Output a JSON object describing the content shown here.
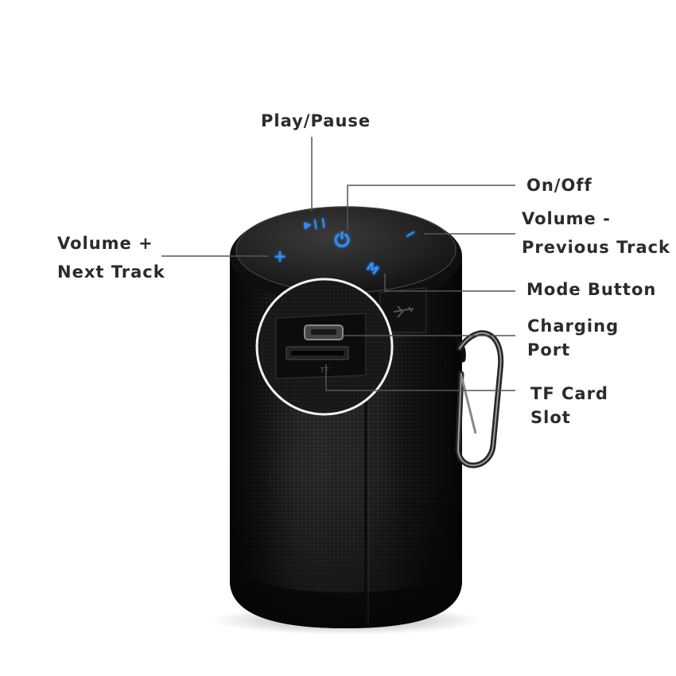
{
  "diagram": {
    "labels": {
      "play_pause": "Play/Pause",
      "on_off": "On/Off",
      "volume_minus_line1": "Volume -",
      "volume_minus_line2": "Previous Track",
      "volume_plus_line1": "Volume +",
      "volume_plus_line2": "Next Track",
      "mode_button": "Mode Button",
      "charging_port_line1": "Charging",
      "charging_port_line2": "Port",
      "tf_card_line1": "TF Card",
      "tf_card_line2": "Slot"
    },
    "button_glyphs": {
      "play_pause": "▶❙❙",
      "power": "⏻",
      "volume_minus": "−",
      "volume_plus": "+",
      "mode": "M"
    },
    "port_markings": {
      "tf": "TF"
    },
    "colors": {
      "button_glow": "#2f8fff",
      "leader_line": "#555555",
      "speaker_body": "#1c1c1c",
      "label_text": "#2b2b2b"
    }
  }
}
